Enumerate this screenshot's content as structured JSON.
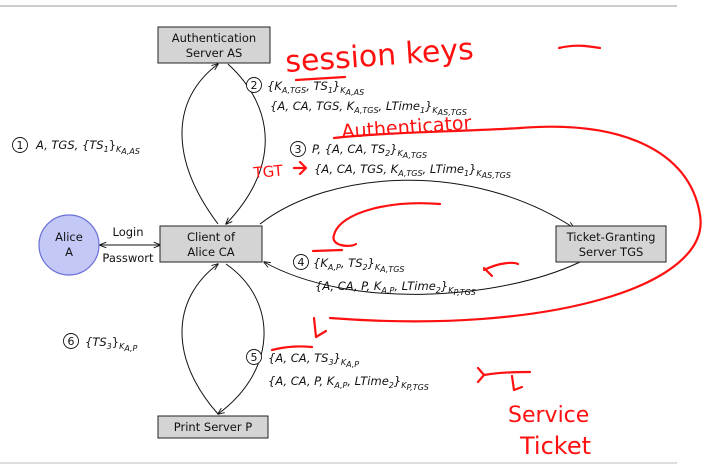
{
  "nodes": {
    "as": {
      "line1": "Authentication",
      "line2": "Server AS"
    },
    "client": {
      "line1": "Client of",
      "line2": "Alice CA"
    },
    "tgs": {
      "line1": "Ticket-Granting",
      "line2": "Server TGS"
    },
    "print": {
      "label": "Print Server P"
    },
    "alice": {
      "line1": "Alice",
      "line2": "A"
    }
  },
  "edge_labels": {
    "login": "Login",
    "passwort": "Passwort"
  },
  "steps": {
    "s1": {
      "num": "1",
      "text": "A, TGS, {TS",
      "sub1": "1",
      "close": "}",
      "key": "K",
      "keysub": "A,AS"
    },
    "s2": {
      "num": "2",
      "l1": "{K",
      "l1s": "A,TGS",
      "l1b": ", TS",
      "l1bs": "1",
      "l1c": "}",
      "l1k": "K",
      "l1ks": "A,AS",
      "l2": "{A, CA, TGS, K",
      "l2s": "A,TGS",
      "l2b": ", LTime",
      "l2bs": "1",
      "l2c": "}",
      "l2k": "K",
      "l2ks": "AS,TGS"
    },
    "s3": {
      "num": "3",
      "l1": "P, {A, CA, TS",
      "l1s": "2",
      "l1c": "}",
      "l1k": "K",
      "l1ks": "A,TGS",
      "l2": "{A, CA, TGS, K",
      "l2s": "A,TGS",
      "l2b": ", LTime",
      "l2bs": "1",
      "l2c": "}",
      "l2k": "K",
      "l2ks": "AS,TGS"
    },
    "s4": {
      "num": "4",
      "l1": "{K",
      "l1s": "A,P",
      "l1b": ", TS",
      "l1bs": "2",
      "l1c": "}",
      "l1k": "K",
      "l1ks": "A,TGS",
      "l2": "{A, CA, P, K",
      "l2s": "A,P",
      "l2b": ", LTime",
      "l2bs": "2",
      "l2c": "}",
      "l2k": "K",
      "l2ks": "P,TGS"
    },
    "s5": {
      "num": "5",
      "l1": "{A, CA, TS",
      "l1s": "3",
      "l1c": "}",
      "l1k": "K",
      "l1ks": "A,P",
      "l2": "{A, CA, P, K",
      "l2s": "A,P",
      "l2b": ", LTime",
      "l2bs": "2",
      "l2c": "}",
      "l2k": "K",
      "l2ks": "P,TGS"
    },
    "s6": {
      "num": "6",
      "text": "{TS",
      "sub1": "3",
      "close": "}",
      "key": "K",
      "keysub": "A,P"
    }
  },
  "handwriting": {
    "session": "session keys",
    "auth": "Authenticator",
    "tgt": "TGT",
    "service1": "Service",
    "service2": "Ticket"
  },
  "colors": {
    "ink": "#ff1010",
    "box": "#d4d4d4",
    "alice": "#c4c8f7"
  }
}
